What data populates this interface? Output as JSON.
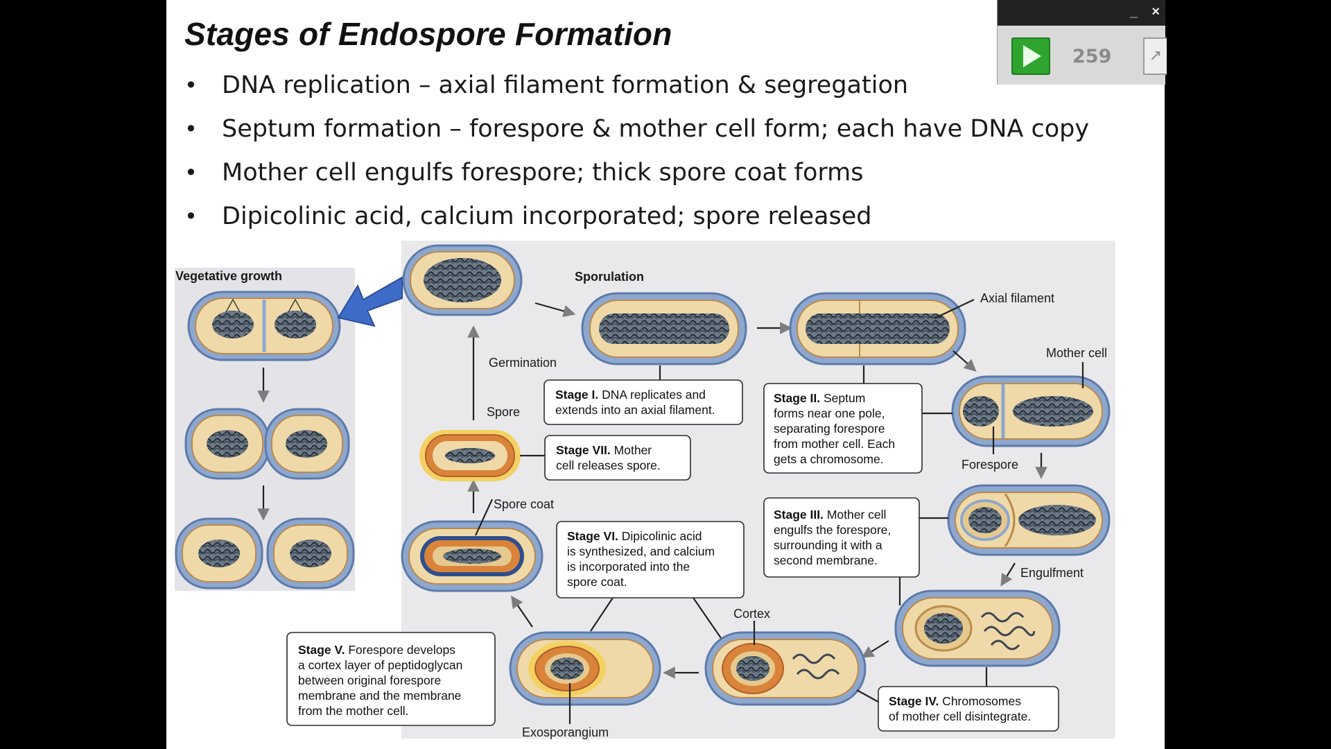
{
  "slide": {
    "title": "Stages of Endospore Formation",
    "bullets": [
      "DNA replication – axial filament formation & segregation",
      "Septum formation – forespore & mother cell form; each have DNA copy",
      "Mother cell engulfs forespore; thick spore coat forms",
      "Dipicolinic acid, calcium incorporated;  spore released"
    ]
  },
  "player": {
    "count": "259",
    "minimize_label": "_",
    "close_label": "×",
    "play_icon": "play-icon",
    "expand_icon": "expand-icon"
  },
  "diagram": {
    "vegetative_growth": "Vegetative growth",
    "sporulation": "Sporulation",
    "germination": "Germination",
    "axial_filament": "Axial filament",
    "mother_cell": "Mother cell",
    "forespore": "Forespore",
    "engulfment": "Engulfment",
    "spore": "Spore",
    "spore_coat": "Spore coat",
    "cortex": "Cortex",
    "exosporangium": "Exosporangium",
    "stages": [
      {
        "name": "Stage I.",
        "lines": [
          " DNA replicates and",
          "extends into an axial filament."
        ]
      },
      {
        "name": "Stage II.",
        "lines": [
          "  Septum",
          "forms near one pole,",
          "separating forespore",
          "from mother cell. Each",
          "gets a chromosome."
        ]
      },
      {
        "name": "Stage III.",
        "lines": [
          " Mother cell",
          "engulfs the forespore,",
          "surrounding it with a",
          "second membrane."
        ]
      },
      {
        "name": "Stage IV.",
        "lines": [
          " Chromosomes",
          "of mother cell disintegrate."
        ]
      },
      {
        "name": "Stage V.",
        "lines": [
          " Forespore develops",
          "a cortex layer of peptidoglycan",
          "between original forespore",
          "membrane and the membrane",
          "from the mother cell."
        ]
      },
      {
        "name": "Stage VI.",
        "lines": [
          " Dipicolinic acid",
          "is synthesized, and calcium",
          "is incorporated into the",
          "spore coat."
        ]
      },
      {
        "name": "Stage VII.",
        "lines": [
          " Mother",
          "cell releases spore."
        ]
      }
    ]
  }
}
